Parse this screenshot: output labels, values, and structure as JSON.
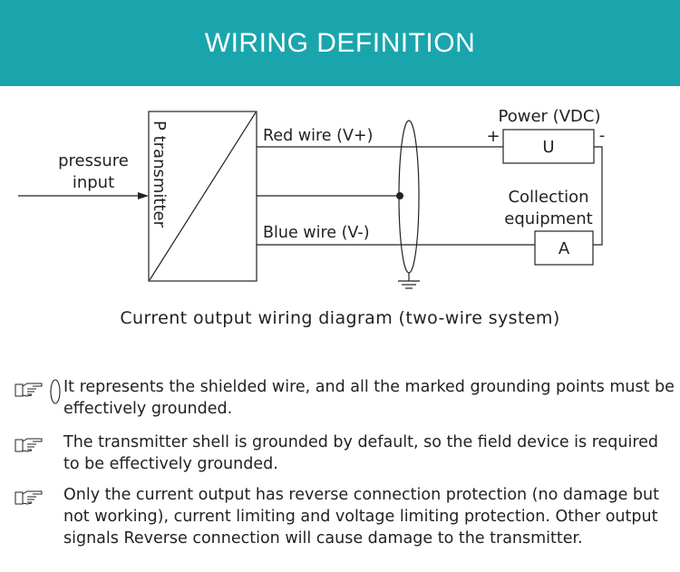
{
  "header": {
    "title": "WIRING DEFINITION"
  },
  "diagram": {
    "input_label_line1": "pressure",
    "input_label_line2": "input",
    "transmitter_label": "P transmitter",
    "red_wire_label": "Red wire (V+)",
    "blue_wire_label": "Blue wire (V-)",
    "power_label": "Power (VDC)",
    "power_plus": "+",
    "power_minus": "-",
    "voltage_box_label": "U",
    "collection_line1": "Collection",
    "collection_line2": "equipment",
    "ammeter_box_label": "A",
    "caption": "Current output wiring diagram (two-wire system)"
  },
  "notes": [
    {
      "text": "It represents the shielded wire, and all the marked grounding points must be effectively grounded."
    },
    {
      "text": "The transmitter shell is grounded by default, so the field device is required to be effectively grounded."
    },
    {
      "text": "Only the current output has reverse connection protection (no damage but not working), current limiting and voltage limiting protection. Other output signals Reverse connection will cause damage to the transmitter."
    }
  ],
  "icons": {
    "note_icon": "pointing-hand-icon",
    "shield_icon": "shielded-wire-ellipse-icon",
    "ground_icon": "ground-symbol-icon"
  },
  "colors": {
    "header_bg": "#1aa5ad",
    "header_text": "#ffffff",
    "line": "#222222"
  }
}
